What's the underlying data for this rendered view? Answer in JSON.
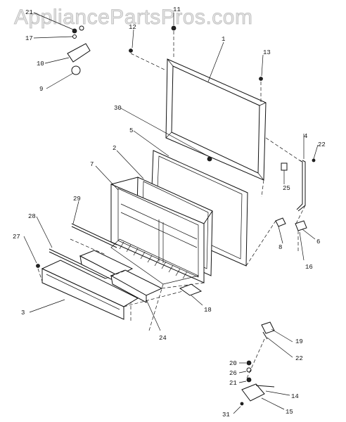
{
  "watermark": "AppliancePartsPros.com",
  "callouts": {
    "c1": "1",
    "c2": "2",
    "c3": "3",
    "c4": "4",
    "c5": "5",
    "c6": "6",
    "c7": "7",
    "c8": "8",
    "c9": "9",
    "c10": "10",
    "c11": "11",
    "c12": "12",
    "c13": "13",
    "c14": "14",
    "c15": "15",
    "c16": "16",
    "c17": "17",
    "c18": "18",
    "c19": "19",
    "c20": "20",
    "c21a": "21",
    "c21b": "21",
    "c22a": "22",
    "c22b": "22",
    "c24": "24",
    "c25": "25",
    "c26": "26",
    "c27": "27",
    "c28": "28",
    "c29": "29",
    "c30": "30",
    "c31": "31"
  }
}
